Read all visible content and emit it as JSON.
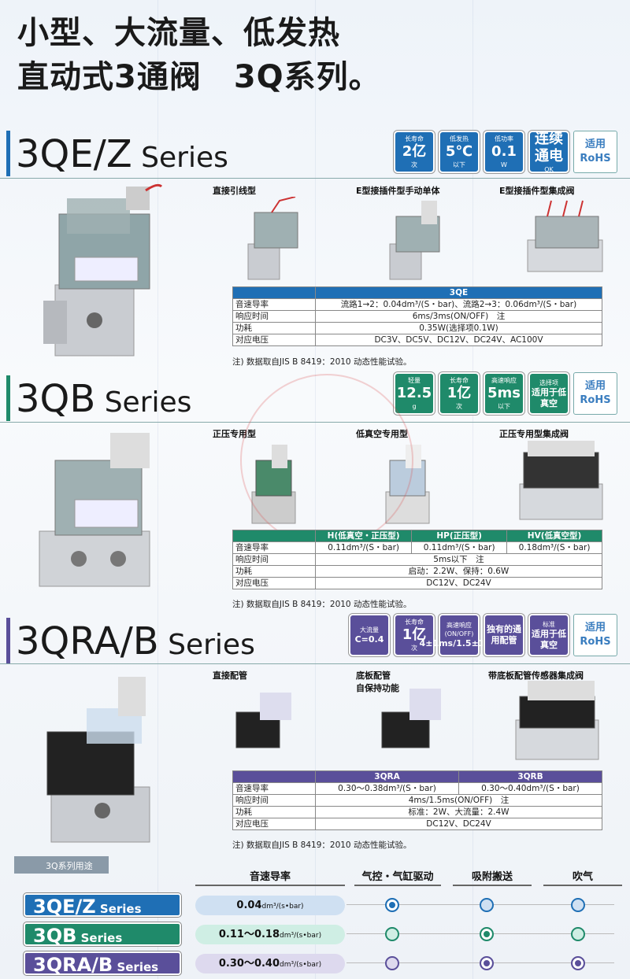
{
  "headline": {
    "line1": "小型、大流量、低发热",
    "line2": "直动式3通阀　3Q系列。"
  },
  "rohs": {
    "l1": "适用",
    "l2": "RoHS"
  },
  "sec1": {
    "series": "3QE/Z",
    "series_suffix": " Series",
    "badges": [
      {
        "s": "长寿命",
        "b": "2亿",
        "u": "次"
      },
      {
        "s": "低发热",
        "b": "5℃",
        "u": "以下"
      },
      {
        "s": "低功率",
        "b": "0.1",
        "u": "W"
      },
      {
        "s": "",
        "b": "连续通电",
        "u": "OK"
      }
    ],
    "labels": [
      "直接引线型",
      "E型接插件型手动单体",
      "E型接插件型集成阀"
    ],
    "table_header": [
      "",
      "3QE"
    ],
    "rows": [
      [
        "音速导率",
        "流路1→2：0.04dm³/(S・bar)、流路2→3：0.06dm³/(S・bar)"
      ],
      [
        "响应时间",
        "6ms/3ms(ON/OFF)　注"
      ],
      [
        "功耗",
        "0.35W(选择项0.1W)"
      ],
      [
        "对应电压",
        "DC3V、DC5V、DC12V、DC24V、AC100V"
      ]
    ],
    "note": "注) 数据取自JIS B 8419：2010 动态性能试验。"
  },
  "sec2": {
    "series": "3QB",
    "series_suffix": " Series",
    "badges": [
      {
        "s": "轻量",
        "b": "12.5",
        "u": "g"
      },
      {
        "s": "长寿命",
        "b": "1亿",
        "u": "次"
      },
      {
        "s": "高速响应",
        "b": "5ms",
        "u": "以下"
      },
      {
        "s": "选择项",
        "b": "适用于低真空",
        "u": ""
      }
    ],
    "labels": [
      "正压专用型",
      "低真空专用型",
      "正压专用型集成阀"
    ],
    "table_header": [
      "",
      "H(低真空・正压型)",
      "HP(正压型)",
      "HV(低真空型)"
    ],
    "rows": [
      [
        "音速导率",
        "0.11dm³/(S・bar)",
        "0.11dm³/(S・bar)",
        "0.18dm³/(S・bar)"
      ]
    ],
    "rows_span": [
      [
        "响应时间",
        "5ms以下　注"
      ],
      [
        "功耗",
        "启动：2.2W、保持：0.6W"
      ],
      [
        "对应电压",
        "DC12V、DC24V"
      ]
    ],
    "note": "注) 数据取自JIS B 8419：2010 动态性能试验。"
  },
  "sec3": {
    "series": "3QRA/B",
    "series_suffix": " Series",
    "badges": [
      {
        "s": "大流量",
        "b": "C=0.4",
        "u": ""
      },
      {
        "s": "长寿命",
        "b": "1亿",
        "u": "次"
      },
      {
        "s": "高速响应(ON/OFF)",
        "b": "4±1ms/1.5±1ms",
        "u": ""
      },
      {
        "s": "",
        "b": "独有的通用配管",
        "u": ""
      },
      {
        "s": "标准",
        "b": "适用于低真空",
        "u": ""
      }
    ],
    "labels": [
      "直接配管",
      "底板配管",
      "自保持功能",
      "带底板配管传感器集成阀"
    ],
    "table_header": [
      "",
      "3QRA",
      "3QRB"
    ],
    "rows": [
      [
        "音速导率",
        "0.30～0.38dm³/(S・bar)",
        "0.30～0.40dm³/(S・bar)"
      ]
    ],
    "rows_span": [
      [
        "响应时间",
        "4ms/1.5ms(ON/OFF)　注"
      ],
      [
        "功耗",
        "标准：2W、大流量：2.4W"
      ],
      [
        "对应电压",
        "DC12V、DC24V"
      ]
    ],
    "note": "注) 数据取自JIS B 8419：2010 动态性能试验。"
  },
  "usage": {
    "tab": "3Q系列用途",
    "cols": [
      "音速导率",
      "气控・气缸驱动",
      "吸附搬送",
      "吹气"
    ],
    "rows": [
      {
        "name": "3QE/Z",
        "suffix": " Series",
        "value": "0.04",
        "unit": "dm³/(s•bar)",
        "color": "#1f6fb5",
        "light": "#cfe0f2",
        "dots": [
          true,
          false,
          false
        ]
      },
      {
        "name": "3QB",
        "suffix": " Series",
        "value": "0.11～0.18",
        "unit": "dm³/(s•bar)",
        "color": "#1f8a6a",
        "light": "#cfeee4",
        "dots": [
          false,
          true,
          false
        ]
      },
      {
        "name": "3QRA/B",
        "suffix": " Series",
        "value": "0.30～0.40",
        "unit": "dm³/(s•bar)",
        "color": "#5a4f9a",
        "light": "#ddd9ee",
        "dots": [
          false,
          true,
          true
        ]
      }
    ]
  },
  "colors": {
    "blue": "#1f6fb5",
    "green": "#1f8a6a",
    "purple": "#5a4f9a"
  }
}
